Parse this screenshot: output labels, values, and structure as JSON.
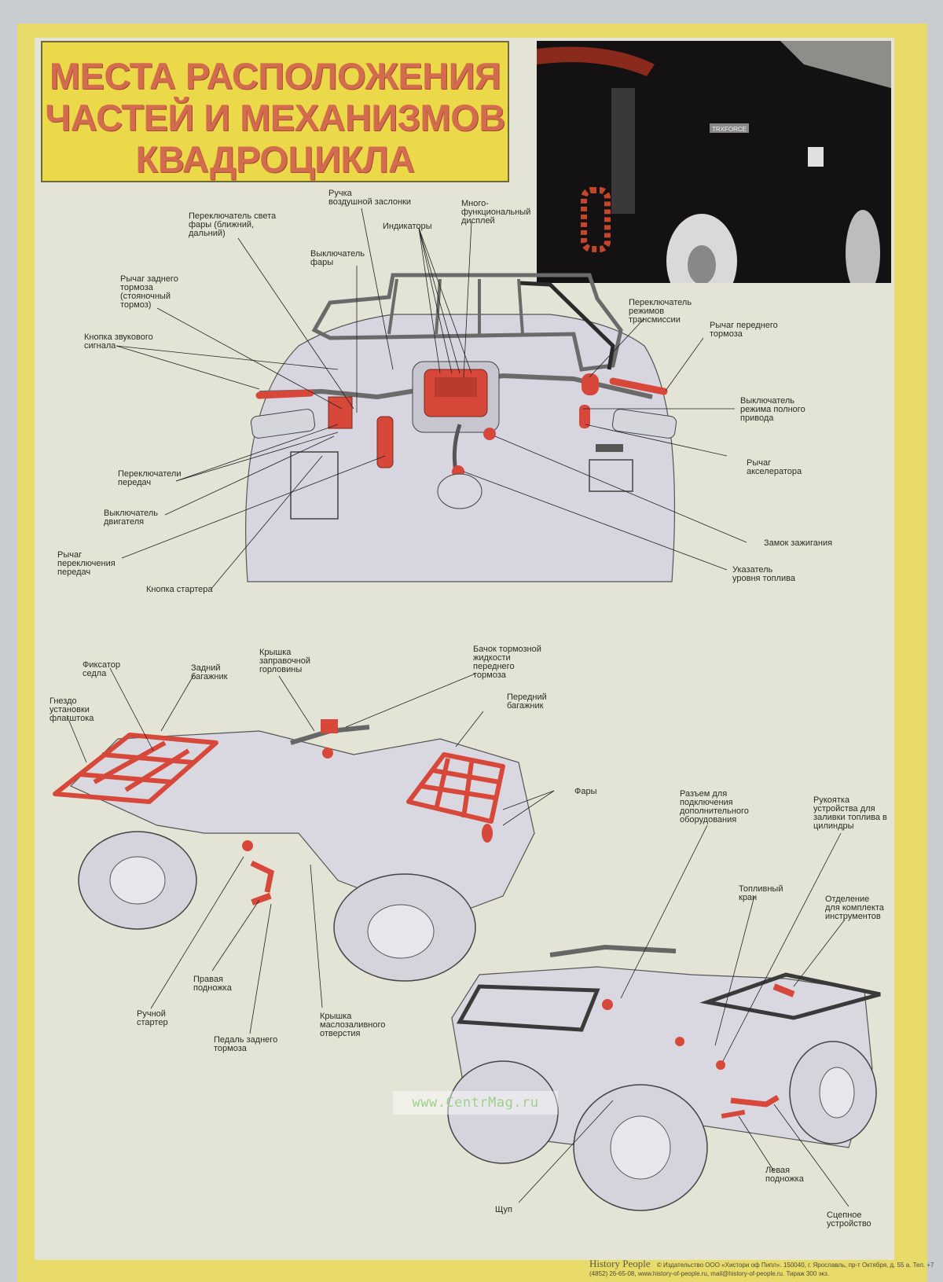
{
  "poster": {
    "title_lines": [
      "МЕСТА РАСПОЛОЖЕНИЯ",
      "ЧАСТЕЙ И МЕХАНИЗМОВ",
      "КВАДРОЦИКЛА"
    ],
    "photo_badge": "TRXFORCE",
    "colors": {
      "frame": "#e9db6a",
      "title_bg": "#ecd94a",
      "title_text": "#d36b4f",
      "highlight": "#d8483a",
      "body": "#d9d8e0"
    }
  },
  "dashboard_view": {
    "labels": [
      "Ручка\nвоздушной заслонки",
      "Много-\nфункциональный\nдисплей",
      "Переключатель света\nфары (ближний,\nдальний)",
      "Индикаторы",
      "Выключатель\nфары",
      "Рычаг заднего\nтормоза\n(стояночный\nтормоз)",
      "Кнопка звукового\nсигнала",
      "Переключатель\nрежимов\nтрансмиссии",
      "Рычаг переднего\nтормоза",
      "Выключатель\nрежима полного\nпривода",
      "Рычаг\nакселератора",
      "Переключатели\nпередач",
      "Выключатель\nдвигателя",
      "Рычаг\nпереключения\nпередач",
      "Кнопка стартера",
      "Замок зажигания",
      "Указатель\nуровня топлива"
    ]
  },
  "rear_view": {
    "labels": [
      "Фиксатор\nседла",
      "Задний\nбагажник",
      "Крышка\nзаправочной\nгорловины",
      "Бачок тормозной\nжидкости\nпереднего\nтормоза",
      "Гнездо\nустановки\nфлагштока",
      "Передний\nбагажник",
      "Фары",
      "Правая\nподножка",
      "Ручной\nстартер",
      "Педаль заднего\nтормоза",
      "Крышка\nмаслозаливного\nотверстия"
    ]
  },
  "front_view": {
    "labels": [
      "Разъем для\nподключения\nдополнительного\nоборудования",
      "Рукоятка\nустройства для\nзаливки топлива в\nцилиндры",
      "Топливный\nкран",
      "Отделение\nдля комплекта\nинструментов",
      "Левая\nподножка",
      "Щуп",
      "Сцепное\nустройство"
    ]
  },
  "watermark": "www.CentrMag.ru",
  "footer": {
    "brand": "History People",
    "imprint": "© Издательство ООО «Хистори оф Пипл». 150040, г. Ярославль, пр-т Октября, д. 55 а. Тел. +7 (4852) 26-65-08, www.history-of-people.ru, mail@history-of-people.ru. Тираж 300 экз."
  }
}
